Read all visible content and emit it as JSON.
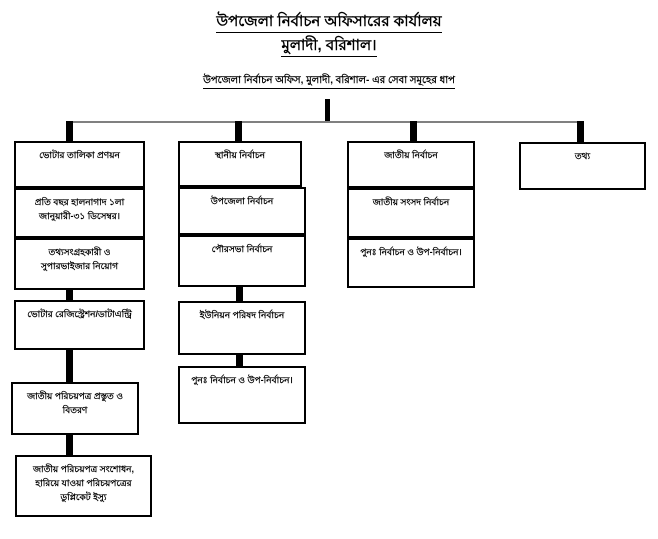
{
  "header": {
    "title_line1": "উপজেলা নির্বাচন অফিসারের কার্যালয়",
    "title_line2": "মুলাদী, বরিশাল।",
    "subtitle": "উপজেলা নির্বাচন অফিস, মুলাদী, বরিশাল- এর সেবা সমূহের ধাপ"
  },
  "chart_data": {
    "type": "diagram",
    "title": "উপজেলা নির্বাচন অফিসারের কার্যালয়",
    "orientation": "top-down-tree",
    "branch_count": 4,
    "branches": [
      {
        "name": "voter-list",
        "nodes": [
          "ভোটার তালিকা প্রণয়ন",
          "প্রতি বছর হালনাগাদ ১লা\nজানুয়ারী-৩১ ডিসেম্বর।",
          "তথ্যসংগ্রহকারী ও\nসুপারভাইজার নিয়োগ",
          "ভোটার রেজিস্ট্রেশন/ডাটাএন্ট্রি",
          "জাতীয় পরিচয়পত্র প্রস্তুত ও\nবিতরণ",
          "জাতীয় পরিচয়পত্র সংশোধন,\nহারিয়ে যাওয়া পরিচয়পত্রের\nডুপ্লিকেট ইস্যু"
        ]
      },
      {
        "name": "local-election",
        "nodes": [
          "স্থানীয় নির্বাচন",
          "উপজেলা নির্বাচন",
          "পৌরসভা নির্বাচন",
          "ইউনিয়ন পরিষদ নির্বাচন",
          "পুনঃ নির্বাচন ও উপ-নির্বাচন।"
        ]
      },
      {
        "name": "national-election",
        "nodes": [
          "জাতীয় নির্বাচন",
          "জাতীয় সংসদ নির্বাচন",
          "পুনঃ নির্বাচন ও উপ-নির্বাচন।"
        ]
      },
      {
        "name": "information",
        "nodes": [
          "তথ্য"
        ]
      }
    ],
    "colors": {
      "box_border": "#000000",
      "box_fill": "#ffffff",
      "connector": "#000000",
      "bus_bar": "#808080",
      "text": "#000000"
    }
  }
}
